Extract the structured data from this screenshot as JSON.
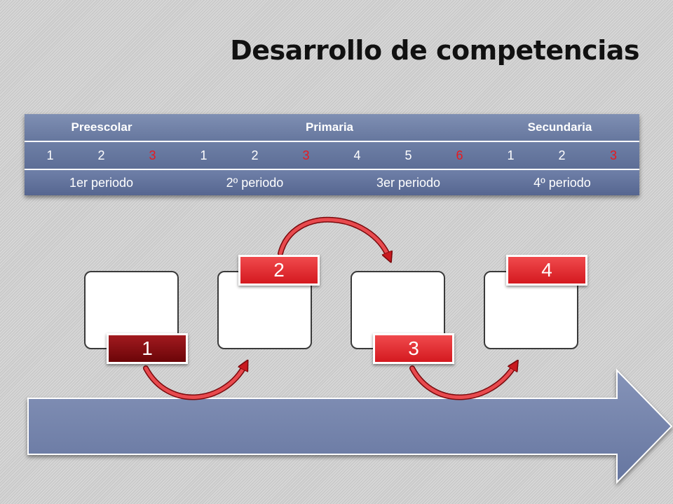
{
  "title": "Desarrollo de competencias",
  "levels": [
    "Preescolar",
    "Primaria",
    "Secundaria"
  ],
  "grades": [
    {
      "label": "1",
      "highlight": false
    },
    {
      "label": "2",
      "highlight": false
    },
    {
      "label": "3",
      "highlight": true
    },
    {
      "label": "1",
      "highlight": false
    },
    {
      "label": "2",
      "highlight": false
    },
    {
      "label": "3",
      "highlight": true
    },
    {
      "label": "4",
      "highlight": false
    },
    {
      "label": "5",
      "highlight": false
    },
    {
      "label": "6",
      "highlight": true
    },
    {
      "label": "1",
      "highlight": false
    },
    {
      "label": "2",
      "highlight": false
    },
    {
      "label": "3",
      "highlight": true
    }
  ],
  "periods": [
    "1er periodo",
    "2º periodo",
    "3er periodo",
    "4º periodo"
  ],
  "stages": [
    "1",
    "2",
    "3",
    "4"
  ],
  "colors": {
    "table_blue": "#6b7ca3",
    "highlight_red": "#e8191e",
    "tag_dark": "#8b0e12",
    "tag_bright": "#e32228",
    "arrow_blue": "#7483aa"
  }
}
